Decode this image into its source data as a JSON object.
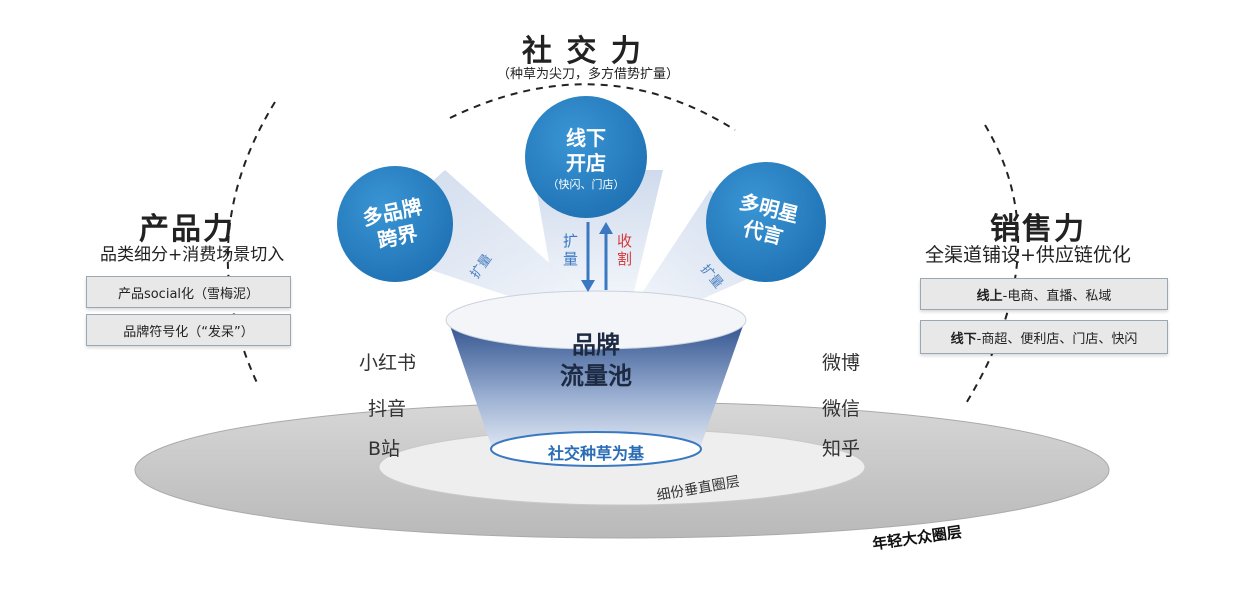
{
  "social": {
    "title": "社 交 力",
    "subtitle": "（种草为尖刀，多方借势扩量）"
  },
  "product": {
    "title": "产品力",
    "subtitle": "品类细分+消费场景切入",
    "items": [
      "产品social化（雪梅泥）",
      "品牌符号化（“发呆”）"
    ]
  },
  "sales": {
    "title": "销售力",
    "subtitle": "全渠道铺设+供应链优化",
    "items": [
      {
        "bold": "线上",
        "rest": "-电商、直播、私域"
      },
      {
        "bold": "线下",
        "rest": "-商超、便利店、门店、快闪"
      }
    ]
  },
  "bubbles": {
    "left": {
      "line1": "多品牌",
      "line2": "跨界"
    },
    "center": {
      "line1": "线下",
      "line2": "开店",
      "note": "（快闪、门店）"
    },
    "right": {
      "line1": "多明星",
      "line2": "代言"
    }
  },
  "arrows": {
    "expand": "扩量",
    "up_label": "扩量",
    "down_label": "收割"
  },
  "pool": {
    "line1": "品牌",
    "line2": "流量池",
    "base": "社交种草为基"
  },
  "platforms_left": [
    "小红书",
    "抖音",
    "B站"
  ],
  "platforms_right": [
    "微博",
    "微信",
    "知乎"
  ],
  "layers": {
    "inner": "细份垂直圈层",
    "outer": "年轻大众圈层"
  },
  "colors": {
    "bubble": "#2f86c6",
    "arrow_blue": "#3a78c2",
    "arrow_red": "#d63b3b",
    "pool_dark": "#2c4f8c"
  }
}
